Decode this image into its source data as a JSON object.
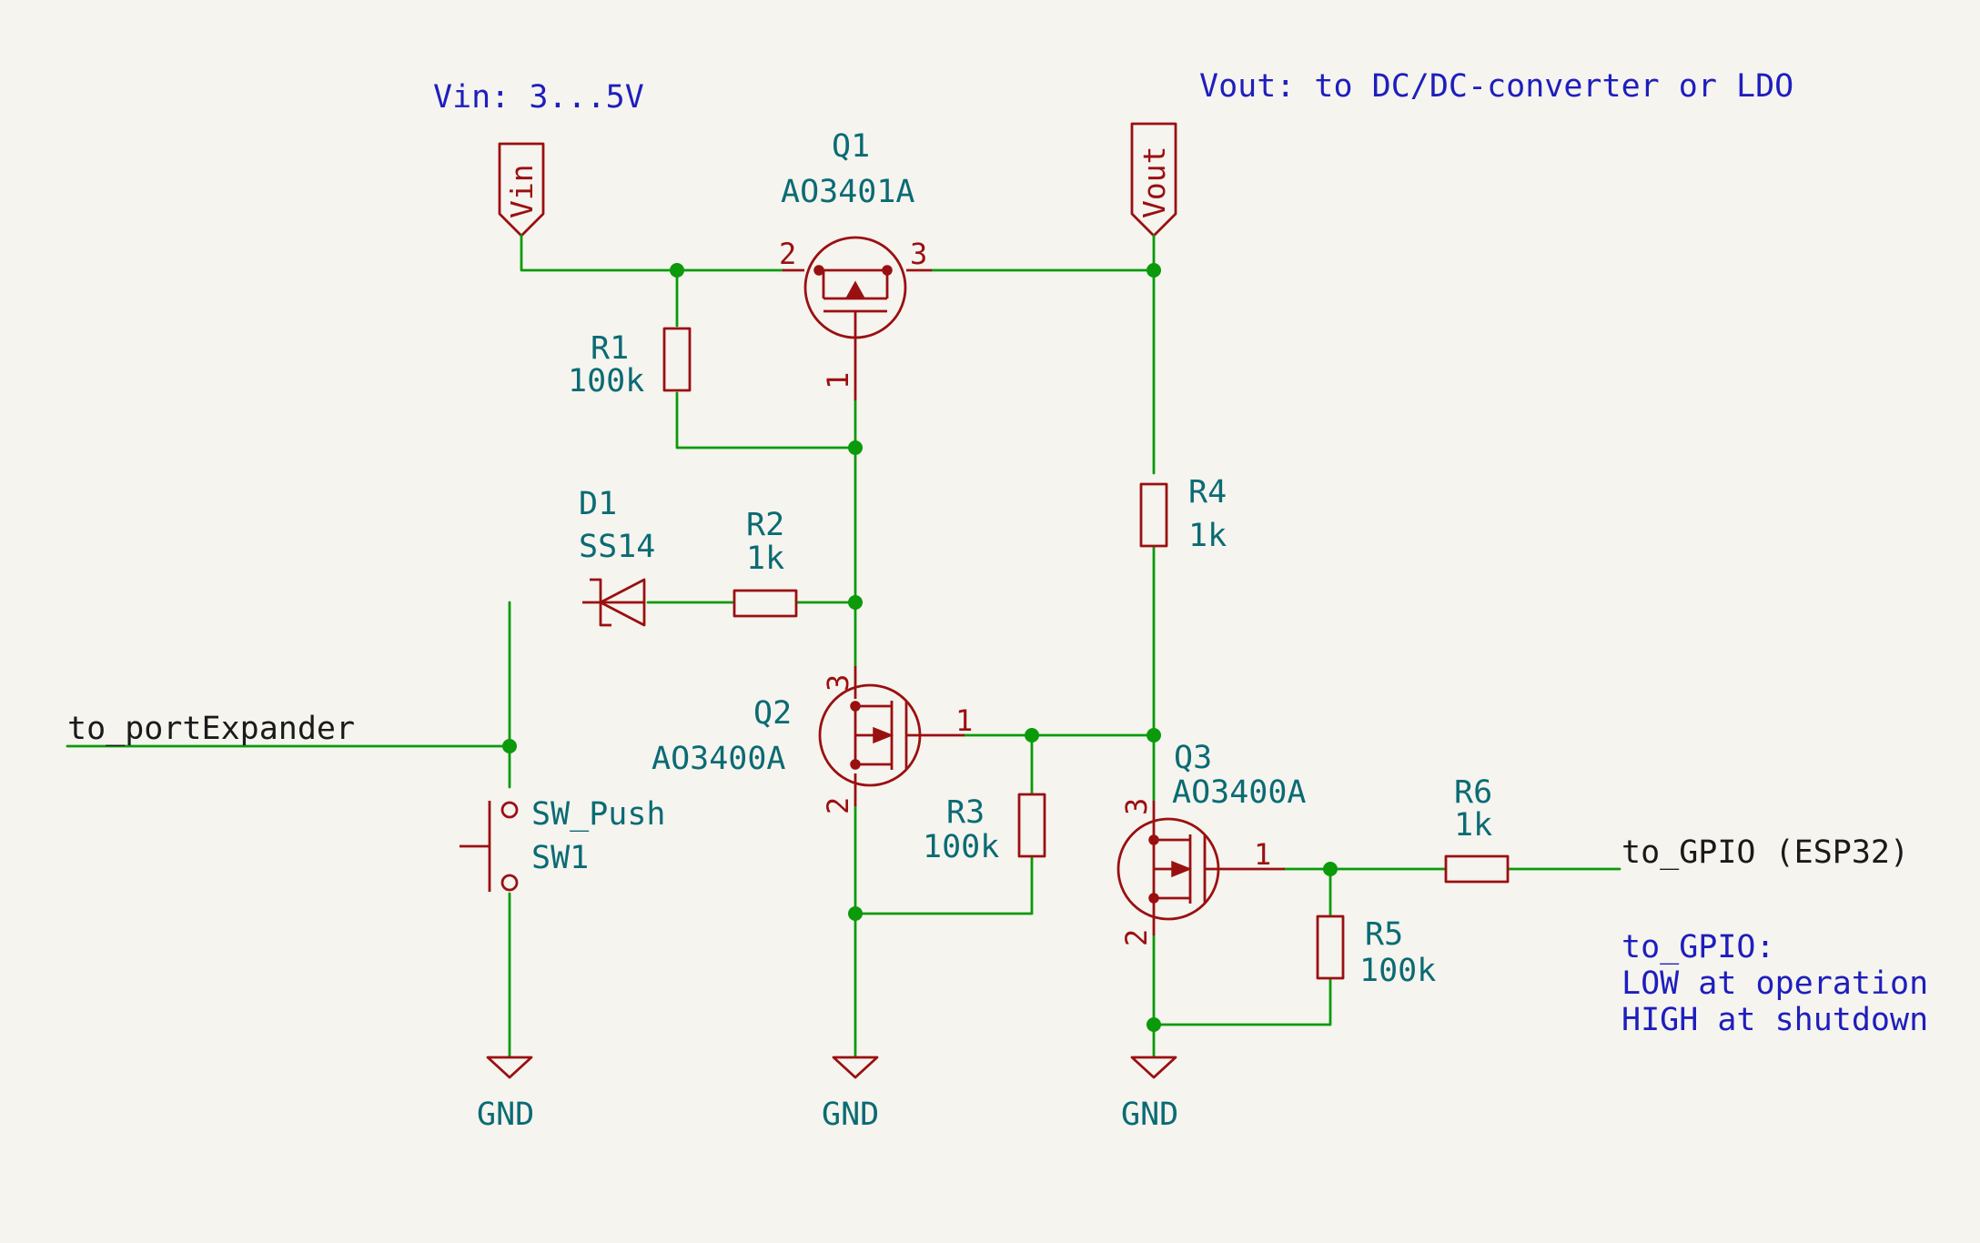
{
  "notes": {
    "vin": "Vin: 3...5V",
    "vout": "Vout: to DC/DC-converter or LDO",
    "gpio_title": "to_GPIO:",
    "gpio_low": "LOW at operation",
    "gpio_high": "HIGH at shutdown"
  },
  "ports": {
    "vin": "Vin",
    "vout": "Vout"
  },
  "net_labels": {
    "port_expander": "to_portExpander",
    "gpio": "to_GPIO (ESP32)"
  },
  "components": {
    "q1": {
      "ref": "Q1",
      "value": "AO3401A",
      "pin_gate": "1",
      "pin_source": "2",
      "pin_drain": "3"
    },
    "q2": {
      "ref": "Q2",
      "value": "AO3400A",
      "pin_gate": "1",
      "pin_source": "2",
      "pin_drain": "3"
    },
    "q3": {
      "ref": "Q3",
      "value": "AO3400A",
      "pin_gate": "1",
      "pin_source": "2",
      "pin_drain": "3"
    },
    "r1": {
      "ref": "R1",
      "value": "100k"
    },
    "r2": {
      "ref": "R2",
      "value": "1k"
    },
    "r3": {
      "ref": "R3",
      "value": "100k"
    },
    "r4": {
      "ref": "R4",
      "value": "1k"
    },
    "r5": {
      "ref": "R5",
      "value": "100k"
    },
    "r6": {
      "ref": "R6",
      "value": "1k"
    },
    "d1": {
      "ref": "D1",
      "value": "SS14"
    },
    "sw1": {
      "ref": "SW1",
      "value": "SW_Push"
    }
  },
  "grounds": [
    "GND",
    "GND",
    "GND"
  ],
  "colors": {
    "wire": "#0a9a0a",
    "symbol": "#9a1010",
    "reference": "#0b6b73",
    "note": "#1e1ebd",
    "background": "#f5f4ef"
  }
}
